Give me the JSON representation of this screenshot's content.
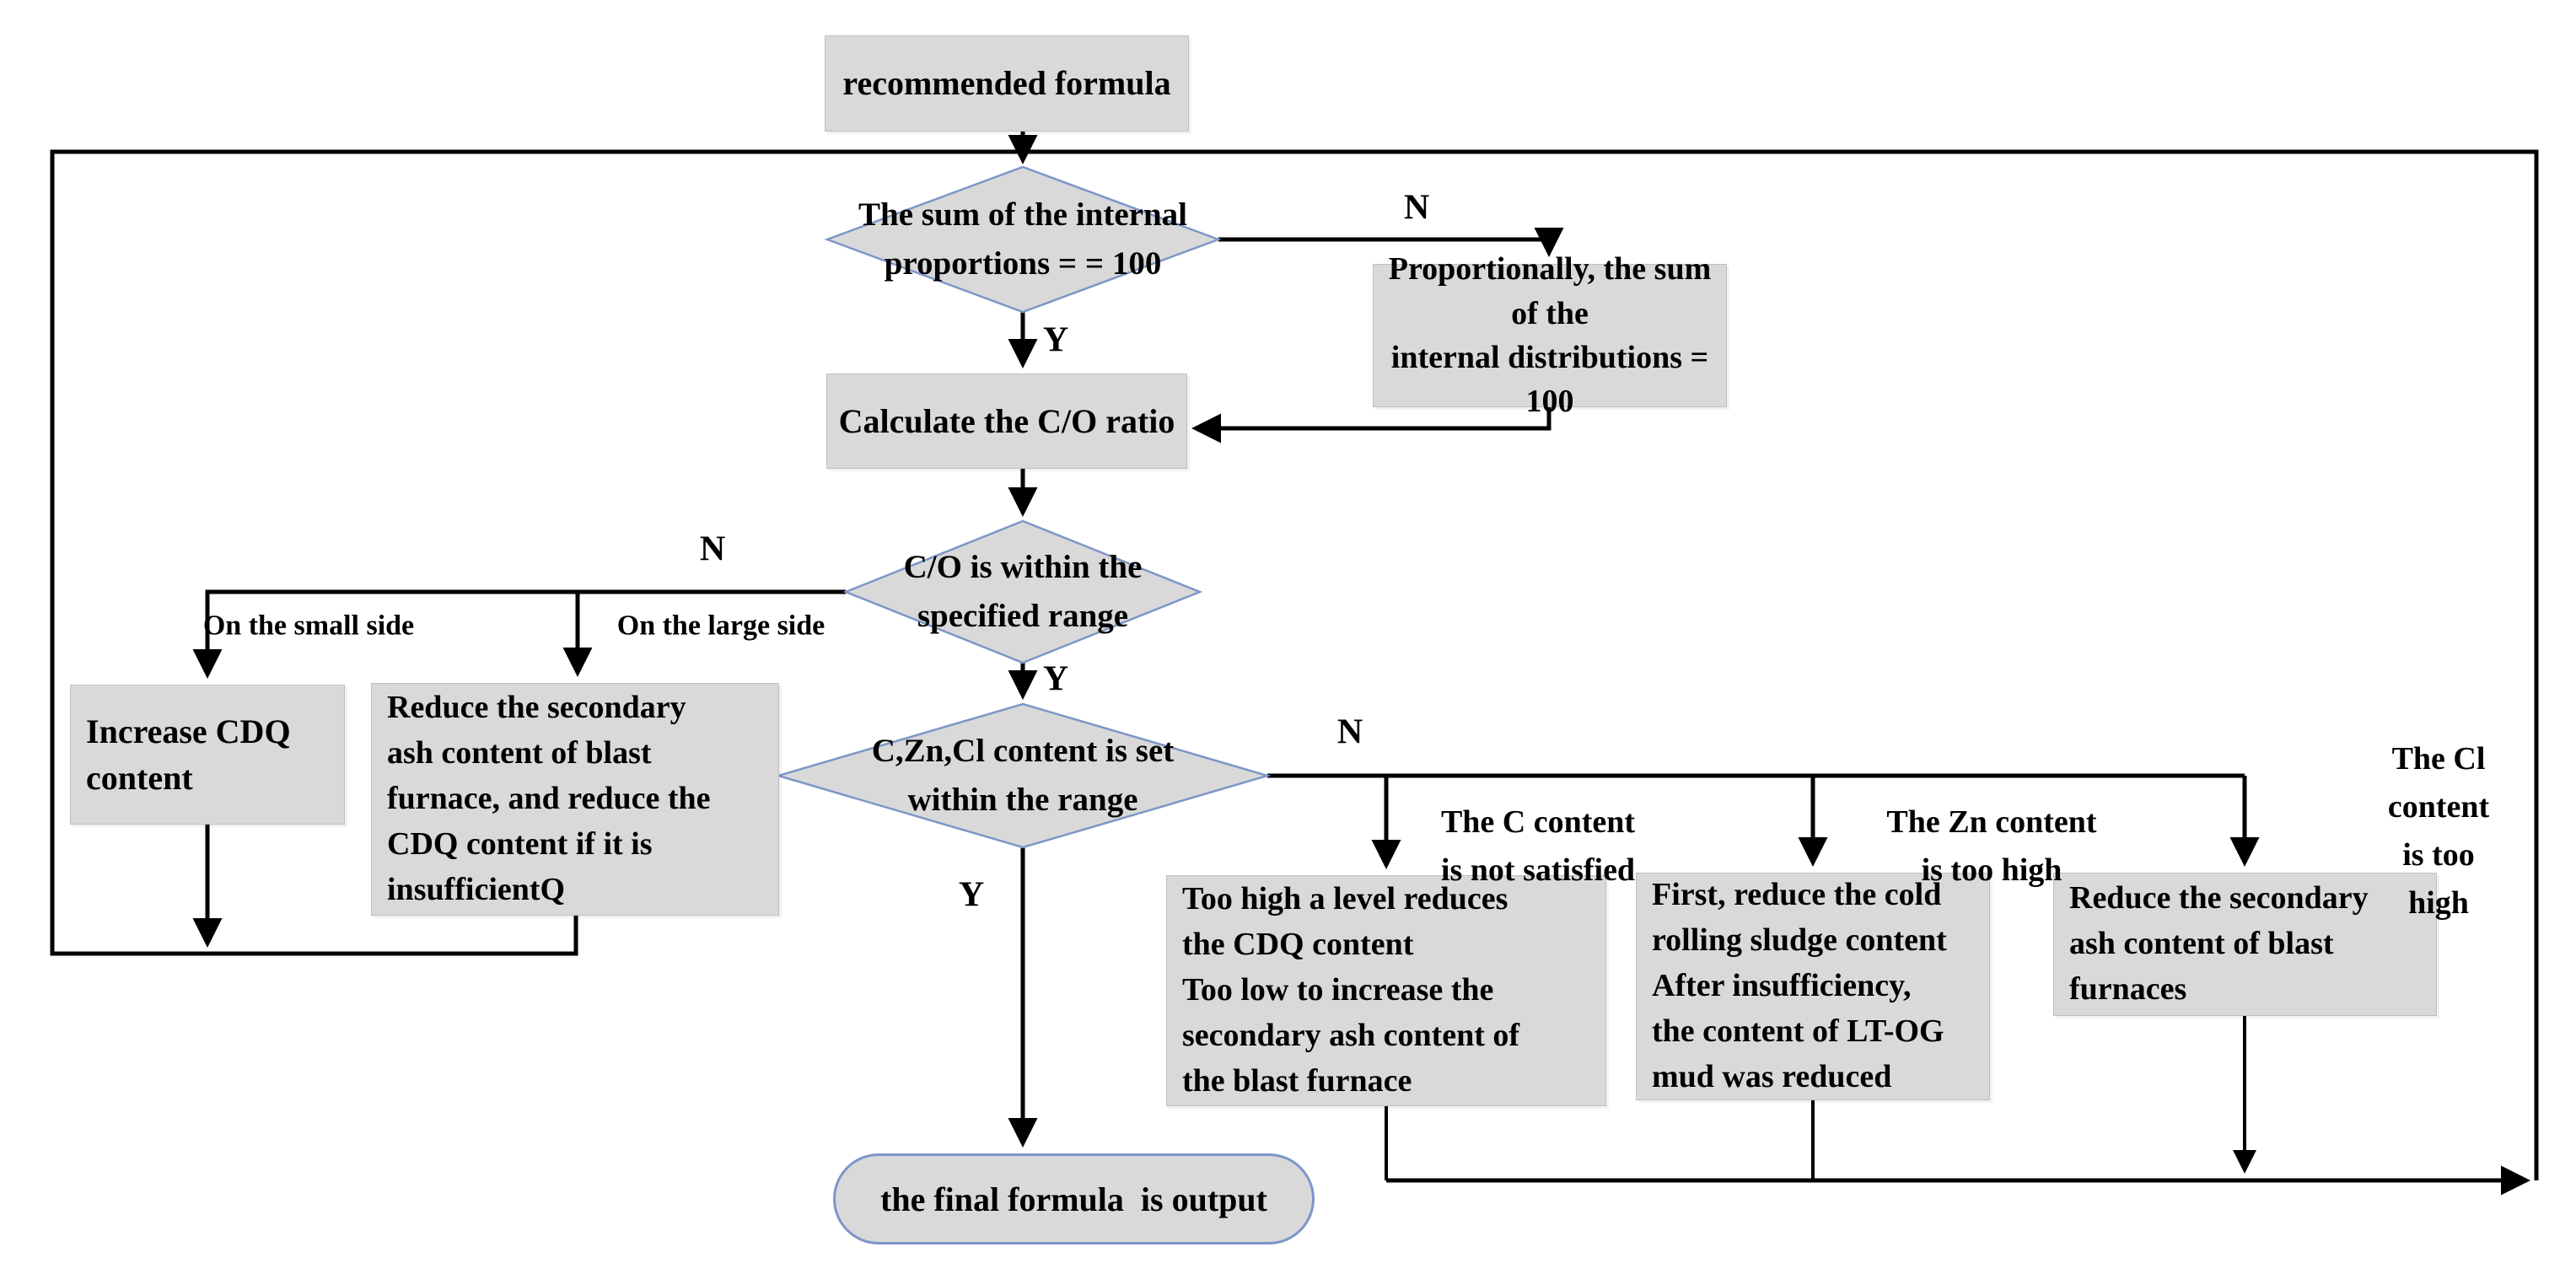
{
  "flowchart": {
    "nodes": {
      "start": "recommended formula",
      "sum_check": "The sum of the internal\nproportions = = 100",
      "normalize": "Proportionally, the sum of the\ninternal distributions = 100",
      "calc_ratio": "Calculate the C/O ratio",
      "co_check": "C/O is within the\nspecified range",
      "increase_cdq": "Increase CDQ\ncontent",
      "reduce_ash_q": "Reduce the secondary\nash content of blast\nfurnace, and reduce the\nCDQ content if it is\ninsufficientQ",
      "czncl_check": "C,Zn,Cl content is set\nwithin the range",
      "c_fix": "Too high a level reduces\nthe CDQ content\nToo low to increase the\nsecondary ash content of\nthe blast furnace",
      "zn_fix": "First, reduce the cold\nrolling sludge content\nAfter insufficiency,\nthe content of LT-OG\nmud was reduced",
      "cl_fix": "Reduce the secondary\nash content of blast\nfurnaces",
      "output": "the final formula  is output"
    },
    "labels": {
      "sum_no": "N",
      "sum_yes": "Y",
      "co_no": "N",
      "co_yes": "Y",
      "czncl_no": "N",
      "czncl_yes": "Y",
      "small_side": "On the small side",
      "large_side": "On the large side",
      "c_branch": "The C content\nis not satisfied",
      "zn_branch": "The Zn content\nis too high",
      "cl_branch": "The Cl content\nis too high"
    },
    "colors": {
      "node_fill": "#d9d9d9",
      "node_border": "#7d96c8",
      "connector": "#000000",
      "text": "#000000",
      "background": "#ffffff"
    }
  }
}
